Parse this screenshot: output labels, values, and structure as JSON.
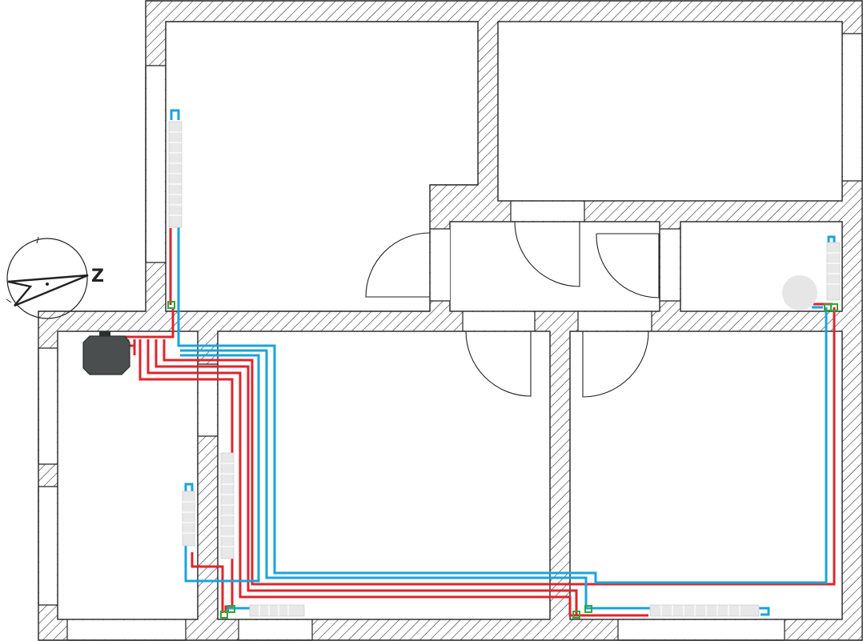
{
  "legend_colors": {
    "supply_pipe": "#e0242b",
    "return_pipe": "#1aa3dc",
    "valve": "#2ea83a",
    "wall_line": "#222222",
    "radiator": "#e8e8e8",
    "boiler": "#4a4e4f"
  },
  "compass": {
    "north_label": "Z",
    "icon": "compass-rose-icon"
  },
  "boiler": {
    "icon": "boiler-icon"
  },
  "radiators": [
    {
      "id": "rad-top-left",
      "orientation": "vertical"
    },
    {
      "id": "rad-right-small-room",
      "orientation": "vertical"
    },
    {
      "id": "rad-left-room",
      "orientation": "vertical"
    },
    {
      "id": "rad-middle-room-side",
      "orientation": "vertical"
    },
    {
      "id": "rad-middle-room-bottom",
      "orientation": "horizontal"
    },
    {
      "id": "rad-right-room-bottom",
      "orientation": "horizontal"
    }
  ],
  "floor_drain": {
    "icon": "drain-circle-icon"
  }
}
